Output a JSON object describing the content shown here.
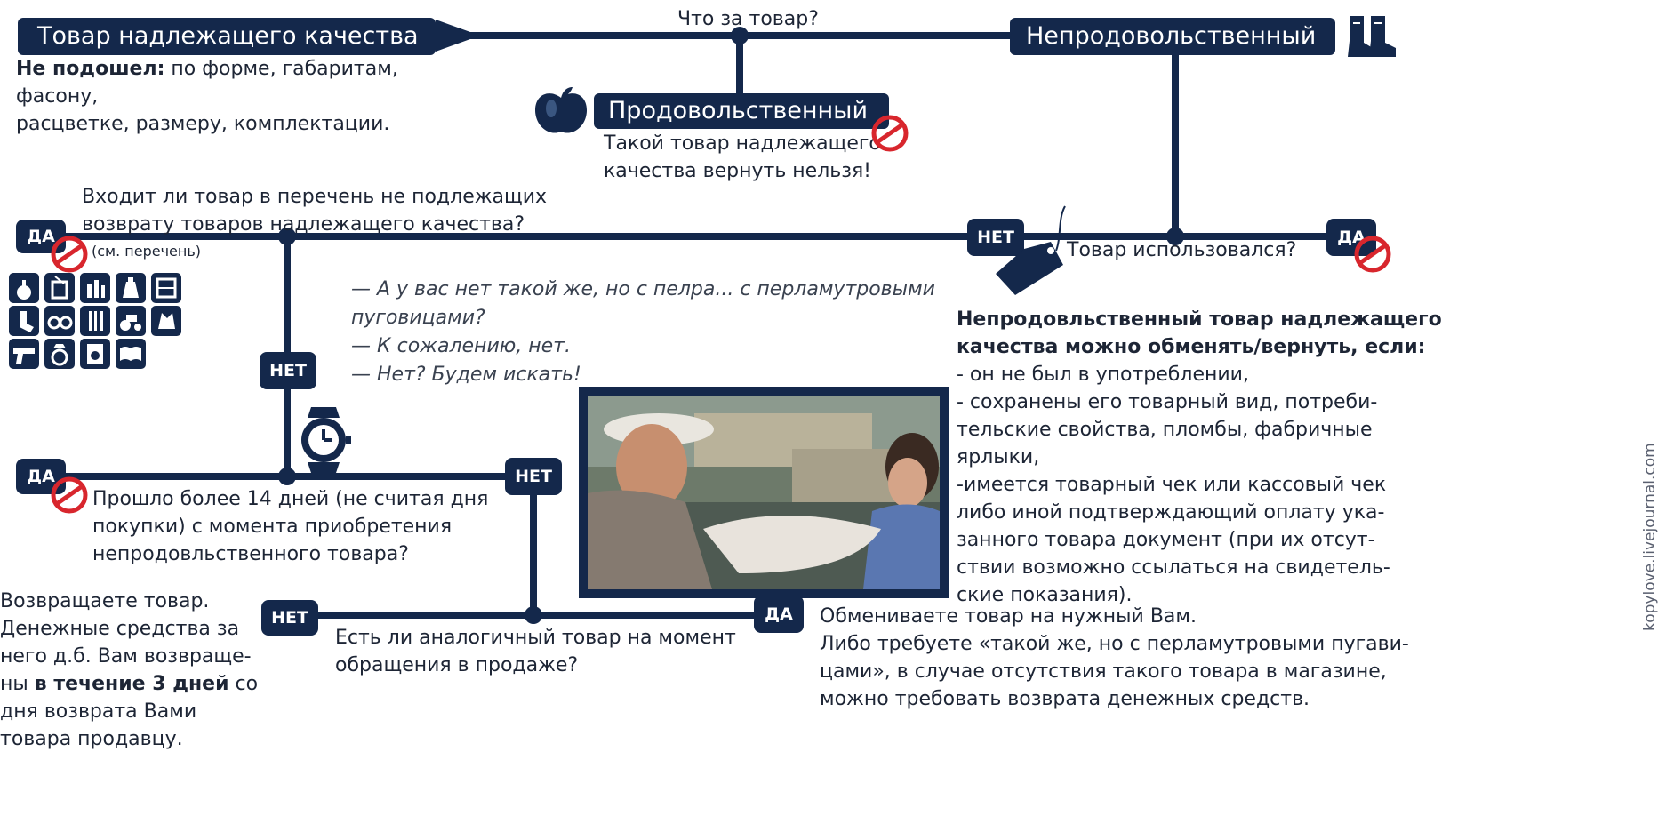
{
  "colors": {
    "navy": "#14284b",
    "red": "#d8262d",
    "text": "#1d2535"
  },
  "header": {
    "title": "Товар надлежащего качества",
    "not_fit_bold": "Не подошел:",
    "not_fit_line1": " по форме, габаритам, фасону,",
    "not_fit_line2": "расцветке, размеру, комплектации."
  },
  "question_what": "Что за товар?",
  "food": {
    "label": "Продовольственный",
    "note_line1": "Такой товар надлежащего",
    "note_line2": "качества вернуть нельзя!"
  },
  "nonfood": {
    "label": "Непродовольственный"
  },
  "list_question": {
    "line1": "Входит ли товар в перечень не подлежащих",
    "line2": "возврату товаров надлежащего качества?",
    "list_ref": "(см. перечень)"
  },
  "used_question": "Товар использовался?",
  "badges": {
    "yes": "ДА",
    "no": "НЕТ"
  },
  "quote": {
    "line1": "— А у вас нет такой же, но с пелра... с перламутровыми",
    "line2": "пуговицами?",
    "line3": "— К сожалению, нет.",
    "line4": "— Нет? Будем искать!"
  },
  "conditions": {
    "title_line1": "Непродовльственный товар надлежащего",
    "title_line2": "качества можно обменять/вернуть, если:",
    "lines": [
      "-  он не был в употреблении,",
      "- сохранены его товарный вид, потреби-",
      "тельские свойства, пломбы, фабричные",
      "ярлыки,",
      "-имеется товарный чек или кассовый чек",
      "либо иной подтверждающий оплату ука-",
      "занного товара документ (при их отсут-",
      "ствии возможно ссылаться на свидетель-",
      "ские показания)."
    ]
  },
  "days_question": {
    "line1": "Прошло более 14 дней (не считая дня",
    "line2": "покупки) с момента  приобретения",
    "line3": "непродовльственного товара?"
  },
  "refund": {
    "line1": "Возвращаете товар.",
    "line2": "Денежные средства за",
    "line3": "него д.б. Вам возвраще-",
    "line4_pre": "ны ",
    "line4_bold": "в течение 3 дней",
    "line4_post": " со",
    "line5": "дня возврата Вами",
    "line6": "товара продавцу."
  },
  "analog_question": {
    "line1": "Есть ли аналогичный товар на момент",
    "line2": "обращения в продаже?"
  },
  "exchange": {
    "line1": "Обмениваете товар на нужный Вам.",
    "line2": "Либо требуете «такой же, но с перламутровыми пугави-",
    "line3": "цами», в случае отсутствия такого товара в магазине,",
    "line4": "можно требовать возврата денежных средств."
  },
  "watermark": "kopylove.livejournal.com",
  "icons": {
    "apple": "apple-icon",
    "boots": "boots-icon",
    "price_tag": "price-tag-icon",
    "watch": "wristwatch-icon",
    "no_entry": "no-entry-icon"
  }
}
